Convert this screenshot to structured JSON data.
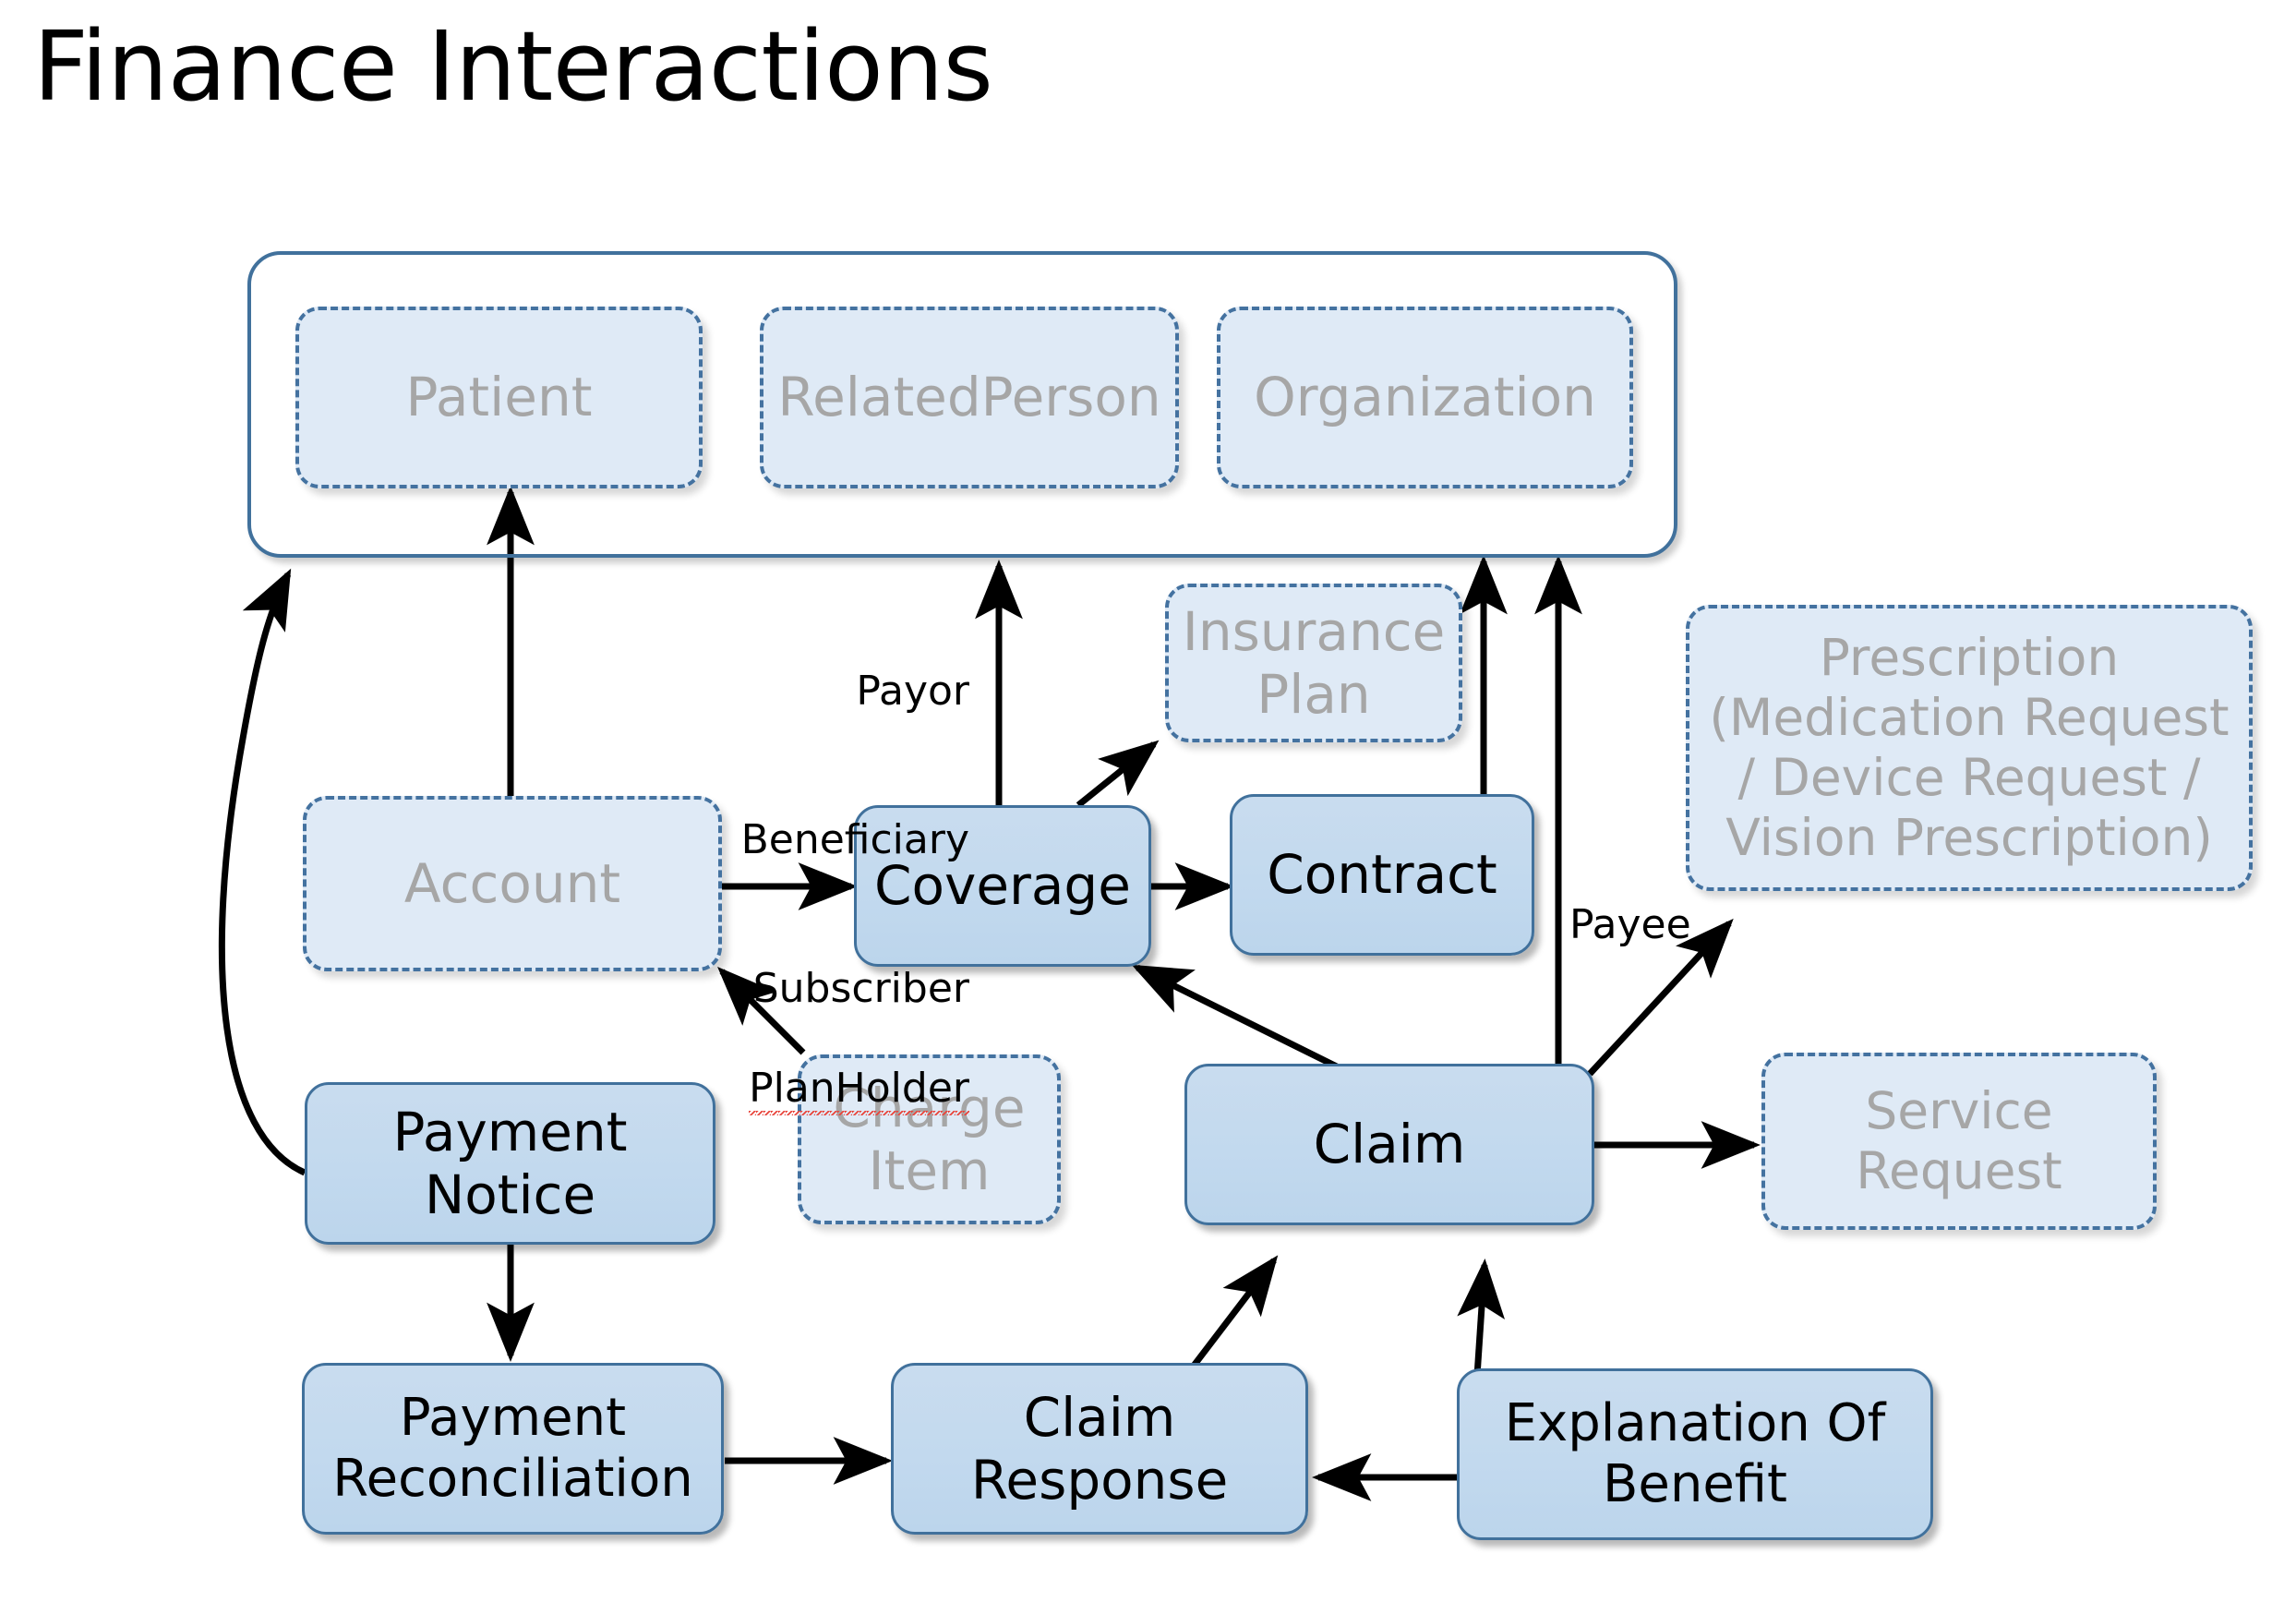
{
  "title": "Finance Interactions",
  "group": {
    "name": "actor-group",
    "members": [
      {
        "id": "patient",
        "label": "Patient",
        "style": "dashed"
      },
      {
        "id": "relatedperson",
        "label": "RelatedPerson",
        "style": "dashed"
      },
      {
        "id": "organization",
        "label": "Organization",
        "style": "dashed"
      }
    ]
  },
  "nodes": [
    {
      "id": "insurance-plan",
      "label": "Insurance\nPlan",
      "style": "dashed"
    },
    {
      "id": "prescription",
      "label": "Prescription\n(Medication Request\n/ Device Request /\nVision Prescription)",
      "style": "dashed"
    },
    {
      "id": "account",
      "label": "Account",
      "style": "dashed"
    },
    {
      "id": "coverage",
      "label": "Coverage",
      "style": "solid"
    },
    {
      "id": "contract",
      "label": "Contract",
      "style": "solid"
    },
    {
      "id": "payment-notice",
      "label": "Payment\nNotice",
      "style": "solid"
    },
    {
      "id": "charge-item",
      "label": "Charge\nItem",
      "style": "dashed"
    },
    {
      "id": "claim",
      "label": "Claim",
      "style": "solid"
    },
    {
      "id": "service-request",
      "label": "Service\nRequest",
      "style": "dashed"
    },
    {
      "id": "payment-reconciliation",
      "label": "Payment\nReconciliation",
      "style": "solid"
    },
    {
      "id": "claim-response",
      "label": "Claim\nResponse",
      "style": "solid"
    },
    {
      "id": "explanation-of-benefit",
      "label": "Explanation Of\nBenefit",
      "style": "solid"
    }
  ],
  "edge_labels": {
    "coverage_roles": "Payor\nBeneficiary\nSubscriber\nPlanHolder",
    "coverage_roles_lines": [
      "Payor",
      "Beneficiary",
      "Subscriber",
      "PlanHolder"
    ],
    "payee": "Payee"
  },
  "edges": [
    {
      "from": "account",
      "to": "coverage",
      "label": ""
    },
    {
      "from": "coverage",
      "to": "contract",
      "label": ""
    },
    {
      "from": "coverage",
      "to": "patient",
      "label": "Payor Beneficiary Subscriber PlanHolder"
    },
    {
      "from": "coverage",
      "to": "insurance-plan",
      "label": ""
    },
    {
      "from": "account",
      "to": "patient",
      "label": ""
    },
    {
      "from": "charge-item",
      "to": "account",
      "label": ""
    },
    {
      "from": "payment-notice",
      "to": "actor-group",
      "label": ""
    },
    {
      "from": "payment-notice",
      "to": "payment-reconciliation",
      "label": ""
    },
    {
      "from": "payment-reconciliation",
      "to": "claim-response",
      "label": ""
    },
    {
      "from": "explanation-of-benefit",
      "to": "claim-response",
      "label": ""
    },
    {
      "from": "claim-response",
      "to": "claim",
      "label": ""
    },
    {
      "from": "explanation-of-benefit",
      "to": "claim",
      "label": ""
    },
    {
      "from": "claim",
      "to": "coverage",
      "label": ""
    },
    {
      "from": "claim",
      "to": "organization",
      "label": ""
    },
    {
      "from": "contract",
      "to": "organization",
      "label": ""
    },
    {
      "from": "claim",
      "to": "prescription",
      "label": "Payee"
    },
    {
      "from": "claim",
      "to": "service-request",
      "label": ""
    }
  ],
  "colors": {
    "solid_fill": "#c6d9ec",
    "solid_border": "#41719c",
    "dashed_fill": "#dfeaf6",
    "dashed_border": "#4472a0",
    "dashed_text": "#a6a6a6",
    "solid_text": "#000000",
    "arrow": "#000000",
    "background": "#ffffff",
    "spellcheck_underline": "#e8453c"
  }
}
